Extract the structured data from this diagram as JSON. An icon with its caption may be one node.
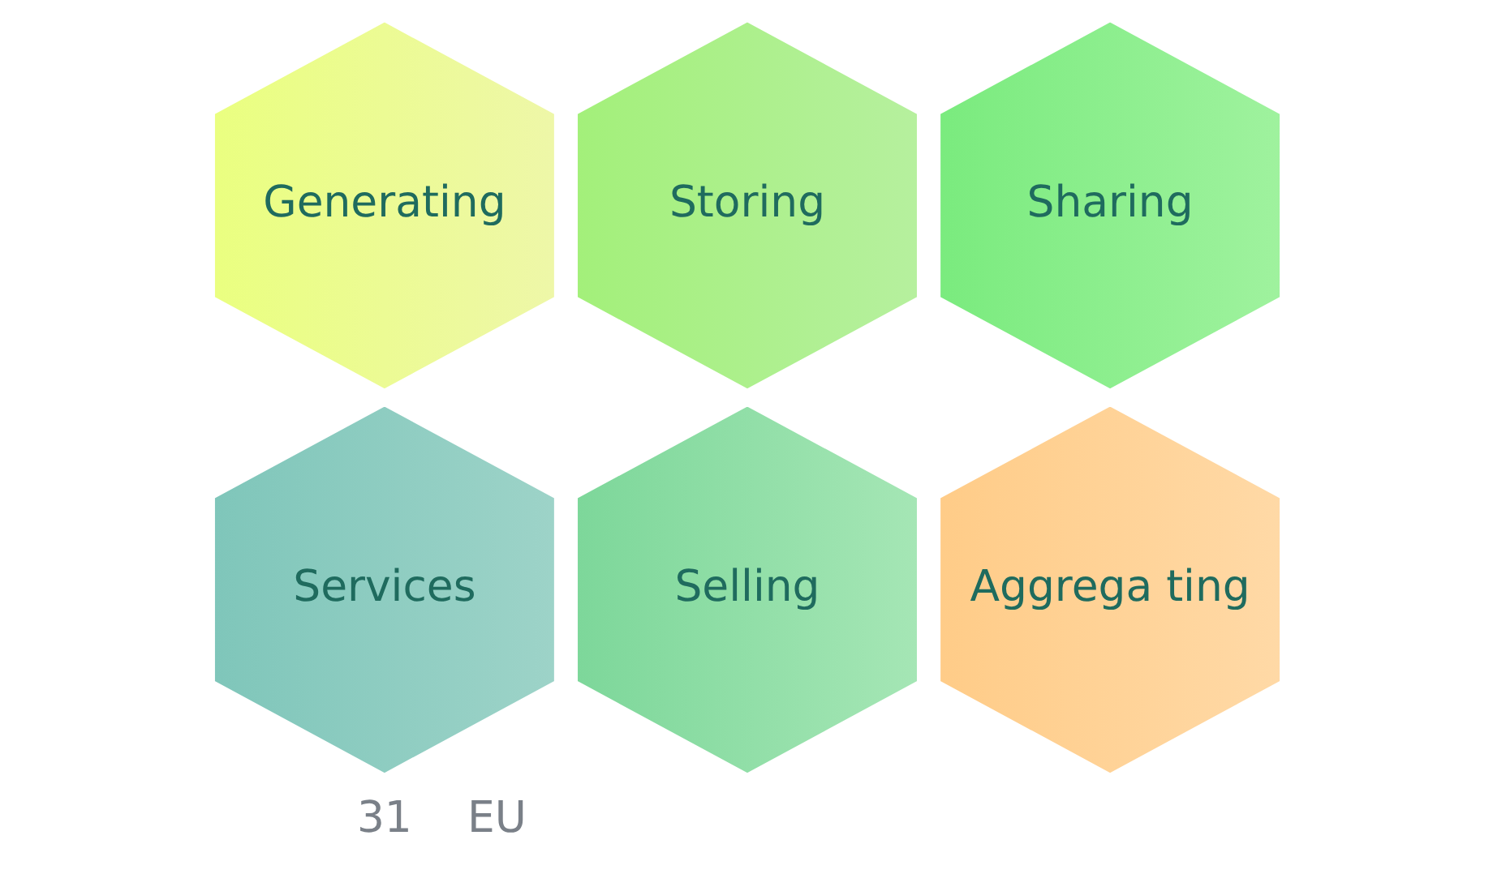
{
  "diagram": {
    "nodes": [
      {
        "text": [
          "Generating"
        ]
      },
      {
        "text": [
          "Storing"
        ]
      },
      {
        "text": [
          "Sharing"
        ]
      },
      {
        "text": [
          "Services"
        ]
      },
      {
        "text": [
          "Selling"
        ]
      },
      {
        "text": [
          "Aggrega ting"
        ]
      }
    ],
    "edges": [],
    "labels": [
      "31",
      "EU"
    ]
  }
}
